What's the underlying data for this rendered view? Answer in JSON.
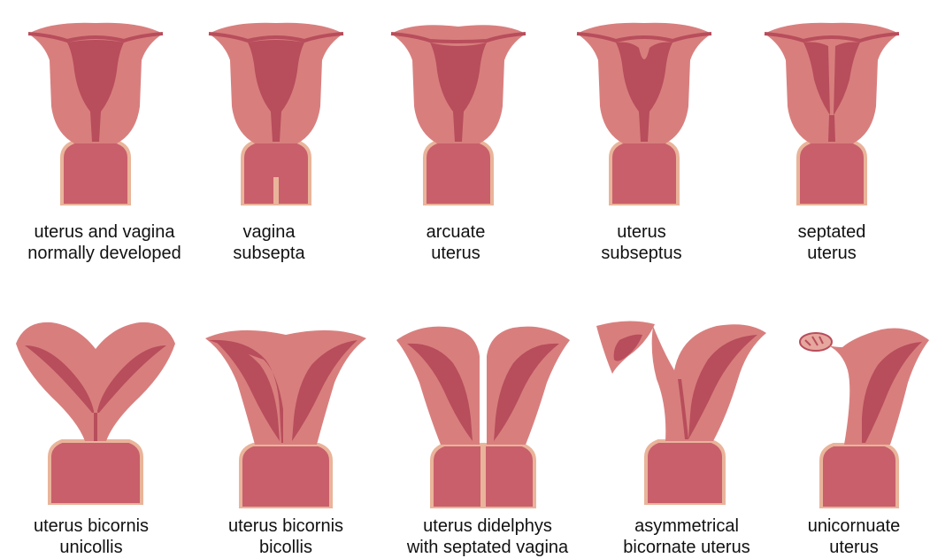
{
  "colors": {
    "outer": "#d87f7e",
    "inner": "#b84d5b",
    "vagina": "#c95f6b",
    "edge": "#e9b49a",
    "ovary": "#e6a79e",
    "text": "#111111"
  },
  "row1": [
    {
      "icon": "normal-uterus-illustration",
      "line1": "uterus and vagina",
      "line2": "normally developed"
    },
    {
      "icon": "vagina-subsepta-illustration",
      "line1": "vagina",
      "line2": "subsepta"
    },
    {
      "icon": "arcuate-uterus-illustration",
      "line1": "arcuate",
      "line2": "uterus"
    },
    {
      "icon": "uterus-subseptus-illustration",
      "line1": "uterus",
      "line2": "subseptus"
    },
    {
      "icon": "septated-uterus-illustration",
      "line1": "septated",
      "line2": "uterus"
    }
  ],
  "row2": [
    {
      "icon": "bicornis-unicollis-illustration",
      "line1": "uterus bicornis",
      "line2": "unicollis"
    },
    {
      "icon": "bicornis-bicollis-illustration",
      "line1": "uterus bicornis",
      "line2": "bicollis"
    },
    {
      "icon": "didelphys-illustration",
      "line1": "uterus didelphys",
      "line2": "with septated vagina"
    },
    {
      "icon": "asymmetrical-bicornate-illustration",
      "line1": "asymmetrical",
      "line2": "bicornate uterus"
    },
    {
      "icon": "unicornuate-illustration",
      "line1": "unicornuate",
      "line2": "uterus"
    }
  ]
}
